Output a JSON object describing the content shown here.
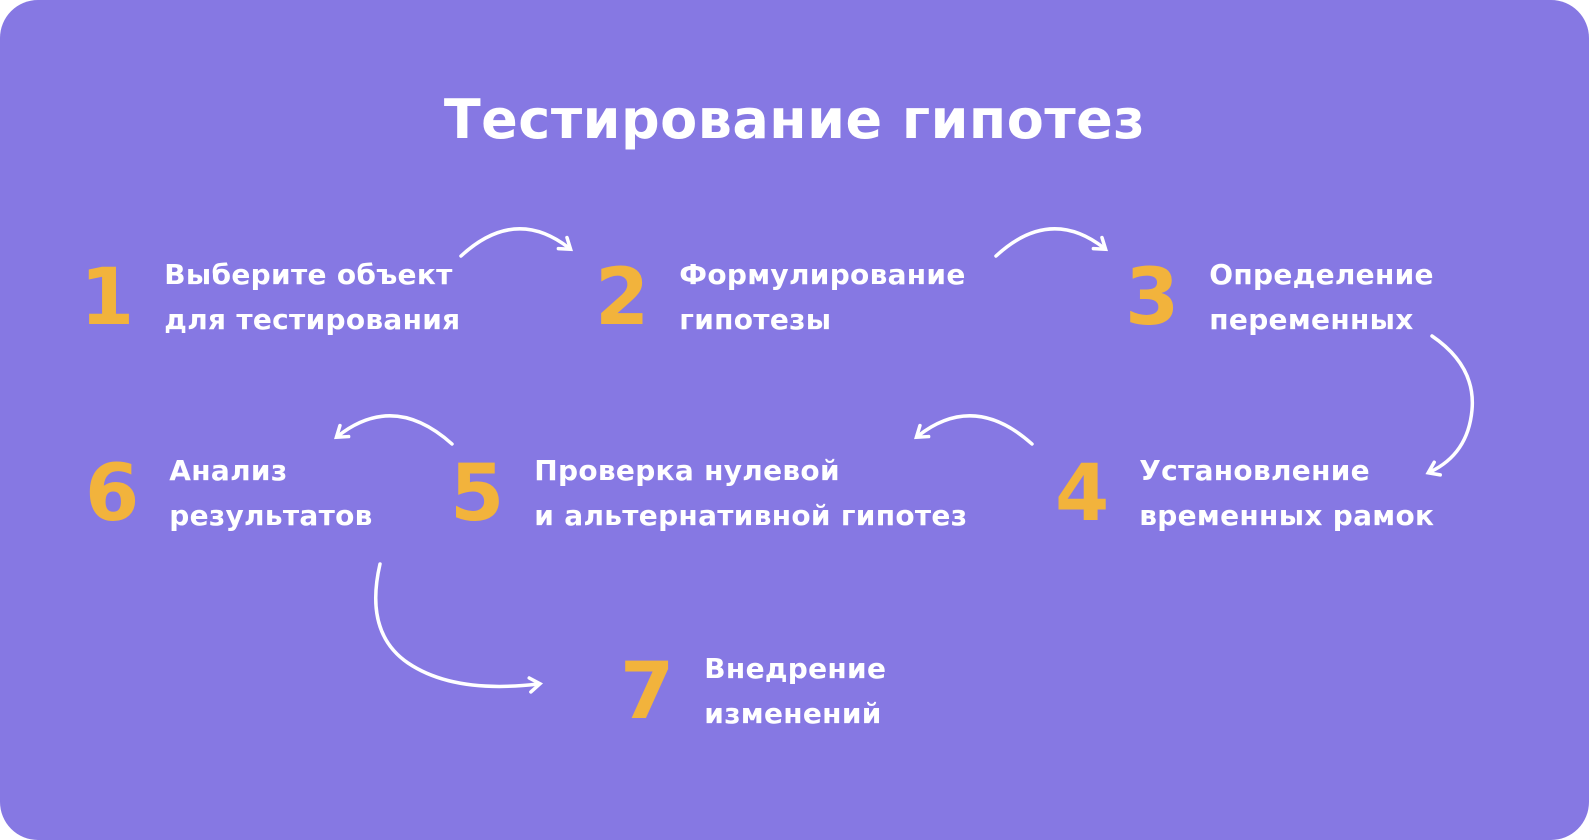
{
  "title": "Тестирование гипотез",
  "colors": {
    "background": "#8678E3",
    "number": "#F2B33C",
    "text": "#FFFFFF"
  },
  "steps": [
    {
      "number": "1",
      "label": "Выберите объект\nдля тестирования"
    },
    {
      "number": "2",
      "label": "Формулирование\nгипотезы"
    },
    {
      "number": "3",
      "label": "Определение\nпеременных"
    },
    {
      "number": "4",
      "label": "Установление\nвременных рамок"
    },
    {
      "number": "5",
      "label": "Проверка нулевой\nи альтернативной гипотез"
    },
    {
      "number": "6",
      "label": "Анализ\nрезультатов"
    },
    {
      "number": "7",
      "label": "Внедрение\nизменений"
    }
  ]
}
